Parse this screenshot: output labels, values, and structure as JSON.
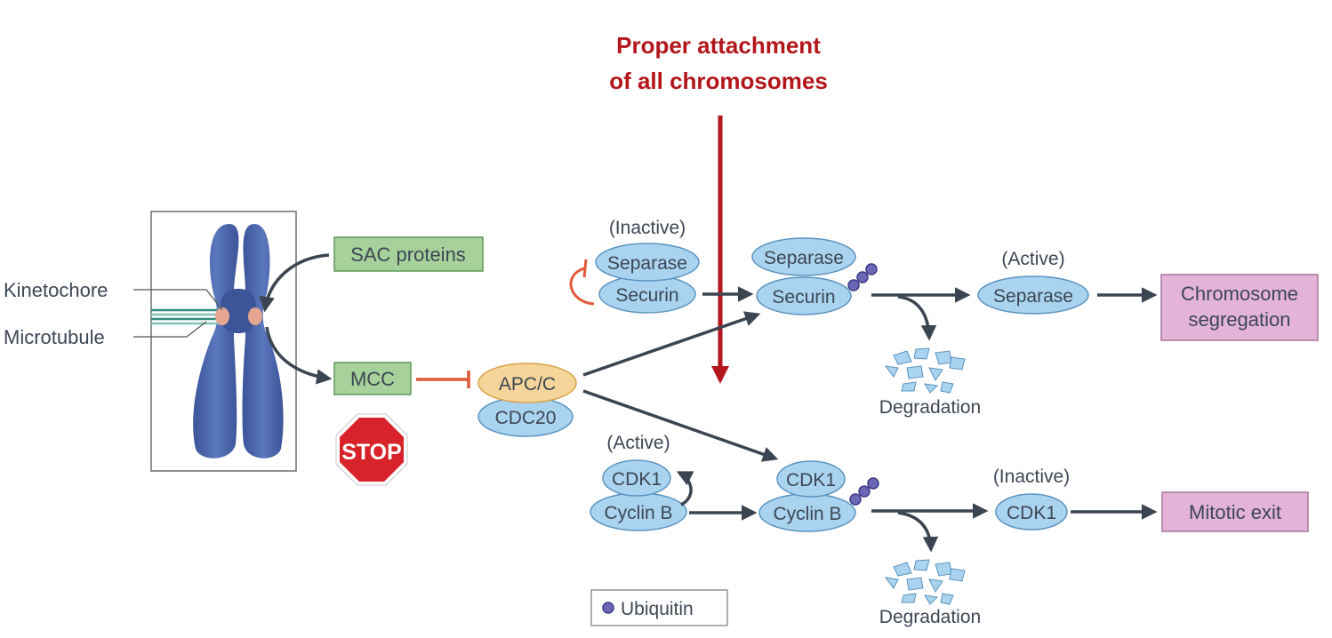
{
  "title": {
    "line1": "Proper attachment",
    "line2": "of all chromosomes"
  },
  "chromosome": {
    "kinetochore_label": "Kinetochore",
    "microtubule_label": "Microtubule"
  },
  "sac_proteins": "SAC proteins",
  "mcc": "MCC",
  "stop_sign": "STOP",
  "apc_c": "APC/C",
  "cdc20": "CDC20",
  "separase_branch": {
    "inactive_label": "(Inactive)",
    "separase": "Separase",
    "securin": "Securin",
    "separase_2": "Separase",
    "securin_2": "Securin",
    "active_label": "(Active)",
    "separase_active": "Separase",
    "degradation": "Degradation",
    "outcome": {
      "line1": "Chromosome",
      "line2": "segregation"
    }
  },
  "cdk_branch": {
    "active_label": "(Active)",
    "cdk1": "CDK1",
    "cyclin_b": "Cyclin B",
    "cdk1_2": "CDK1",
    "cyclin_b_2": "Cyclin B",
    "inactive_label": "(Inactive)",
    "cdk1_inactive": "CDK1",
    "degradation": "Degradation",
    "outcome": "Mitotic exit"
  },
  "legend": {
    "ubiquitin": "Ubiquitin"
  },
  "colors": {
    "title_red": "#b3161b",
    "protein_blue": "#a9d3ef",
    "protein_stroke": "#5b94c0",
    "green_box": "#a6d19a",
    "pink_box": "#e3b3d8",
    "apc_yellow": "#f6d59b",
    "chromosome_blue": "#4a64a8",
    "inhibit_orange": "#e0593a"
  }
}
